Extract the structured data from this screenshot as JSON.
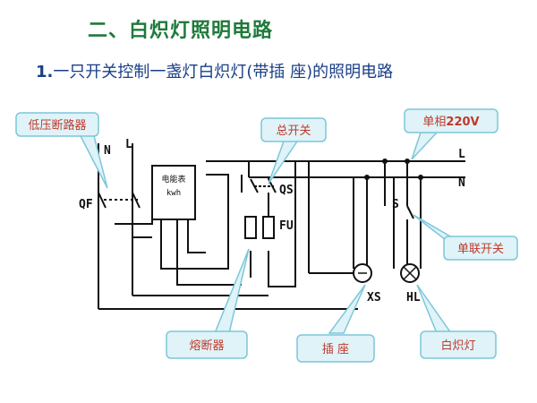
{
  "title": "二、白炽灯照明电路",
  "subtitle": {
    "number": "1.",
    "text": "一只开关控制一盏灯白炽灯(带插 座)的照明电路"
  },
  "callouts": {
    "breaker": "低压断路器",
    "main_switch": "总开关",
    "single_phase": "单相",
    "single_phase_voltage": "220V",
    "single_switch": "单联开关",
    "fuse": "熔断器",
    "socket": "插 座",
    "lamp": "白炽灯"
  },
  "labels": {
    "N_left": "N",
    "L_left": "L",
    "QF": "QF",
    "meter_line1": "电能表",
    "meter_line2": "kwh",
    "QS": "QS",
    "FU": "FU",
    "L_right": "L",
    "N_right": "N",
    "S": "S",
    "XS": "XS",
    "HL": "HL"
  },
  "colors": {
    "title": "#1f7a3a",
    "subtitle": "#1a3f86",
    "callout_fill": "#dff3f8",
    "callout_border": "#7cc7d8",
    "callout_text_red": "#c0392b",
    "wire": "#111111"
  }
}
